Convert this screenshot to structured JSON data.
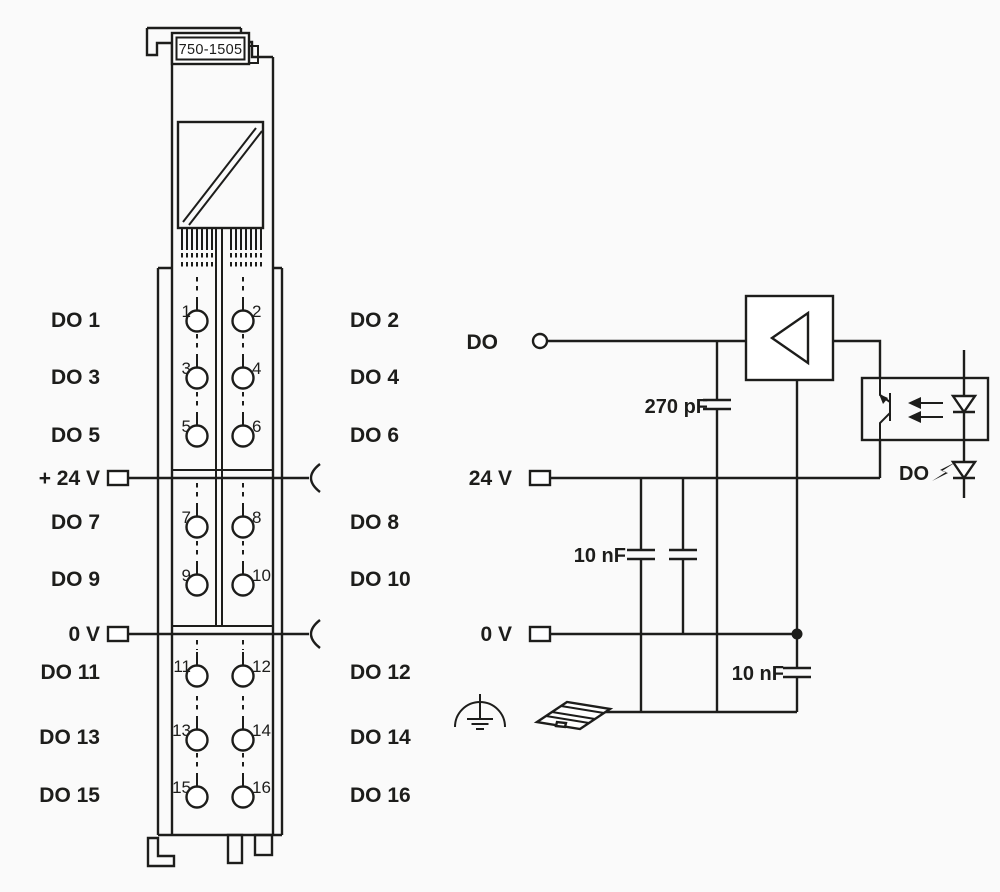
{
  "page": {
    "background": "#fafafa",
    "ink": "#1d1d1b"
  },
  "module": {
    "part_number": "750-1505",
    "left_labels": [
      "DO 1",
      "DO 3",
      "DO 5",
      "+ 24 V",
      "DO 7",
      "DO 9",
      "0 V",
      "DO 11",
      "DO 13",
      "DO 15"
    ],
    "right_labels": [
      "DO 2",
      "DO 4",
      "DO 6",
      "DO 8",
      "DO 10",
      "DO 12",
      "DO 14",
      "DO 16"
    ],
    "terminal_numbers": [
      "1",
      "2",
      "3",
      "4",
      "5",
      "6",
      "7",
      "8",
      "9",
      "10",
      "11",
      "12",
      "13",
      "14",
      "15",
      "16"
    ]
  },
  "schematic": {
    "input_label": "DO",
    "supply_label": "24 V",
    "ground_label": "0 V",
    "cap_input_label": "270 pF",
    "cap_supply_label": "10 nF",
    "cap_output_label": "10 nF",
    "led_label": "DO",
    "icons": {
      "amplifier-icon": "box with left-pointing triangle",
      "optocoupler-icon": "phototransistor + LED with two light arrows",
      "led-icon": "diode triangle with cathode bar",
      "lightning-icon": "zigzag bolt",
      "capacitor-icon": "two parallel plates",
      "earth-ground-icon": "dome arc over three ground bars",
      "din-rail-icon": "isometric mounting rail",
      "terminal-square-icon": "small open square",
      "terminal-circle-icon": "small open circle",
      "clamp-arc-icon": "open arc ("
    }
  }
}
